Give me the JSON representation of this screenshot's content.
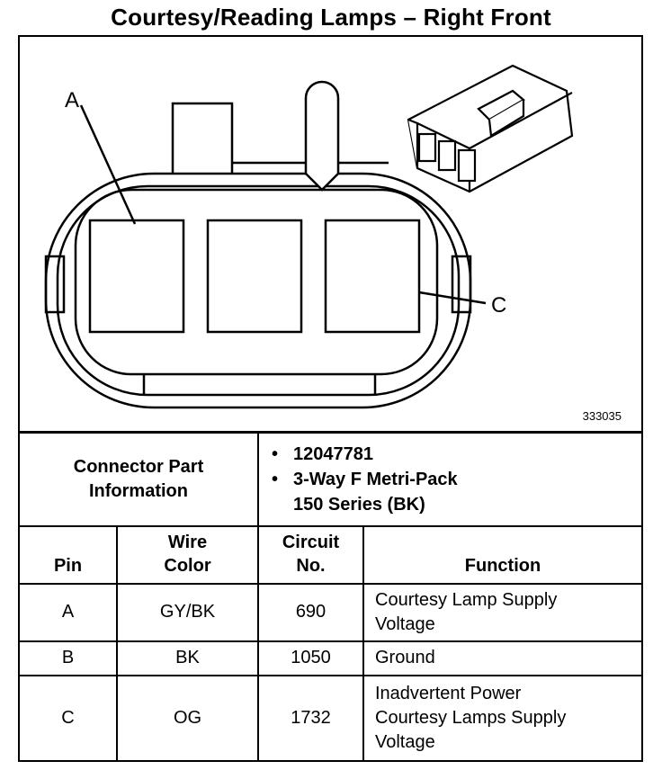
{
  "title": "Courtesy/Reading Lamps – Right Front",
  "figure": {
    "id": "333035",
    "callouts": [
      "A",
      "C"
    ]
  },
  "connector_info": {
    "label_line1": "Connector Part",
    "label_line2": "Information",
    "part_number": "12047781",
    "description_line1": "3-Way F Metri-Pack",
    "description_line2": "150 Series (BK)"
  },
  "table": {
    "headers": {
      "pin": "Pin",
      "wire_color_line1": "Wire",
      "wire_color_line2": "Color",
      "circuit_line1": "Circuit",
      "circuit_line2": "No.",
      "function": "Function"
    },
    "rows": [
      {
        "pin": "A",
        "wire_color": "GY/BK",
        "circuit": "690",
        "function_lines": [
          "Courtesy Lamp Supply",
          "Voltage"
        ]
      },
      {
        "pin": "B",
        "wire_color": "BK",
        "circuit": "1050",
        "function_lines": [
          "Ground"
        ]
      },
      {
        "pin": "C",
        "wire_color": "OG",
        "circuit": "1732",
        "function_lines": [
          "Inadvertent Power",
          "Courtesy Lamps Supply",
          "Voltage"
        ]
      }
    ]
  }
}
